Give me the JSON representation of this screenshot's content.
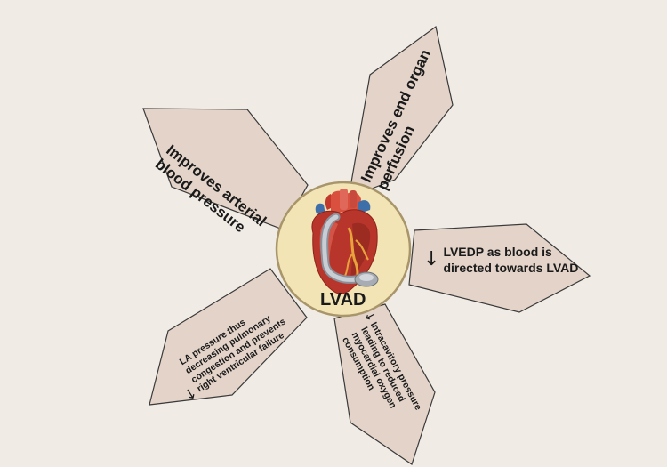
{
  "center": {
    "label": "LVAD"
  },
  "petals": {
    "arterial": {
      "line1": "Improves arterial",
      "line2": "blood pressure"
    },
    "organ": {
      "line1": "Improves end organ",
      "line2": "perfusion"
    },
    "lvedp": {
      "arrow": "↓",
      "line1": "LVEDP as blood is",
      "line2": "directed towards LVAD"
    },
    "intracavitory": {
      "arrow": "↓",
      "line1": "Intracavitory pressure",
      "line2": "leading to reduced",
      "line3": "myocardial oxygen",
      "line4": "consumption"
    },
    "la": {
      "arrow": "↓",
      "line1": "LA pressure thus",
      "line2": "decreasing pulmonary",
      "line3": "congestion and prevents",
      "line4": "right ventricular failure"
    }
  },
  "colors": {
    "background": "#f0ebe5",
    "petal_fill": "#e3d3c8",
    "petal_stroke": "#3a3a3a",
    "center_fill": "#f2e4b5",
    "center_stroke": "#a8966a"
  }
}
